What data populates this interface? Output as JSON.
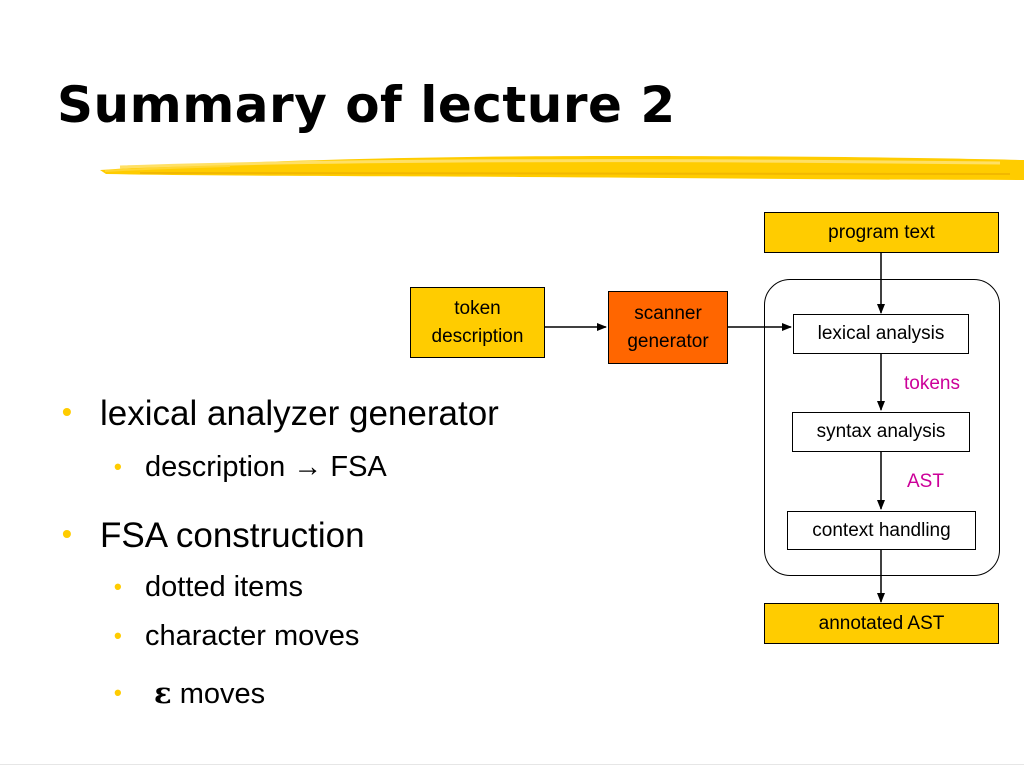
{
  "slide": {
    "title": "Summary of lecture 2",
    "bullets": [
      {
        "text": "lexical analyzer generator"
      },
      {
        "text": "description → FSA"
      },
      {
        "text": "FSA construction"
      },
      {
        "text": "dotted items"
      },
      {
        "text": "character moves"
      },
      {
        "symbol": "ε",
        "text": " moves"
      }
    ],
    "bullet_glyph": "•",
    "accent_color": "#ffcc00"
  },
  "diagram": {
    "token_description": {
      "line1": "token",
      "line2": "description"
    },
    "scanner_generator": {
      "line1": "scanner",
      "line2": "generator"
    },
    "program_text": "program text",
    "lexical_analysis": "lexical analysis",
    "tokens_label": "tokens",
    "syntax_analysis": "syntax analysis",
    "ast_label": "AST",
    "context_handling": "context handling",
    "annotated_ast": "annotated AST",
    "colors": {
      "input_box": "#ffcc00",
      "generator_box": "#ff6600",
      "edge_label": "#cc0099"
    }
  }
}
